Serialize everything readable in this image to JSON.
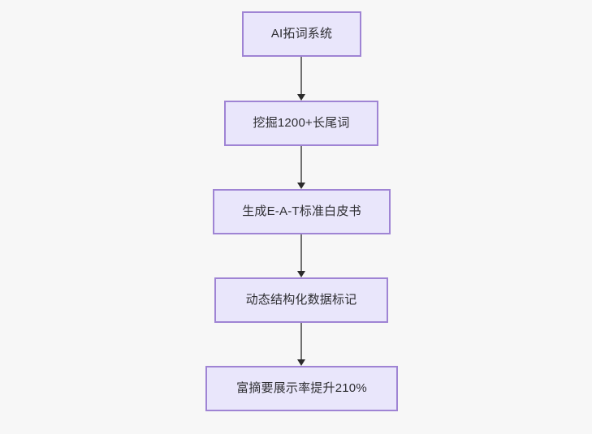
{
  "diagram": {
    "type": "flowchart",
    "direction": "top-to-bottom",
    "background_color": "#f7f7f7",
    "node_fill_color": "#e9e6fb",
    "node_border_color": "#9f84d4",
    "node_text_color": "#2f2f33",
    "edge_color": "#707070",
    "arrowhead_color": "#2b2b2b",
    "nodes": [
      {
        "id": "n1",
        "label": "AI拓词系统"
      },
      {
        "id": "n2",
        "label": "挖掘1200+长尾词"
      },
      {
        "id": "n3",
        "label": "生成E-A-T标准白皮书"
      },
      {
        "id": "n4",
        "label": "动态结构化数据标记"
      },
      {
        "id": "n5",
        "label": "富摘要展示率提升210%"
      }
    ],
    "edges": [
      {
        "from": "n1",
        "to": "n2",
        "label": ""
      },
      {
        "from": "n2",
        "to": "n3",
        "label": ""
      },
      {
        "from": "n3",
        "to": "n4",
        "label": ""
      },
      {
        "from": "n4",
        "to": "n5",
        "label": ""
      }
    ]
  }
}
